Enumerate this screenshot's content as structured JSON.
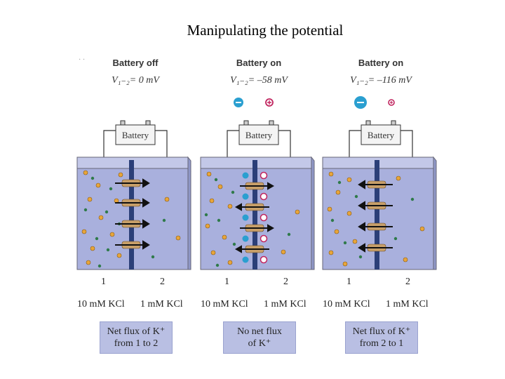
{
  "slide": {
    "title": "Manipulating the potential"
  },
  "panels": [
    {
      "header": "Battery off",
      "voltage": "V₁₋₂= 0 mV",
      "battery_label": "Battery",
      "compartment_1": "1",
      "compartment_2": "2",
      "conc_1": "10 mM KCl",
      "conc_2": "1 mM KCl",
      "flux_line1": "Net flux of K⁺",
      "flux_line2": "from 1 to 2",
      "net_flux_direction": "1 to 2"
    },
    {
      "header": "Battery on",
      "voltage": "V₁₋₂= –58 mV",
      "battery_label": "Battery",
      "compartment_1": "1",
      "compartment_2": "2",
      "conc_1": "10 mM KCl",
      "conc_2": "1 mM KCl",
      "flux_line1": "No net flux",
      "flux_line2": "of K⁺",
      "net_flux_direction": "none"
    },
    {
      "header": "Battery on",
      "voltage": "V₁₋₂= –116 mV",
      "battery_label": "Battery",
      "compartment_1": "1",
      "compartment_2": "2",
      "conc_1": "10 mM KCl",
      "conc_2": "1 mM KCl",
      "flux_line1": "Net flux of K⁺",
      "flux_line2": "from 2 to 1",
      "net_flux_direction": "2 to 1"
    }
  ],
  "colors": {
    "solution": "#a9b0dd",
    "membrane": "#2b3f78",
    "potassium_ion": "#e8a53a",
    "chloride_ion": "#2f7a4a",
    "negative_charge": "#2a9fd0",
    "positive_charge": "#c0245e",
    "flux_box": "#b9bfe3"
  }
}
